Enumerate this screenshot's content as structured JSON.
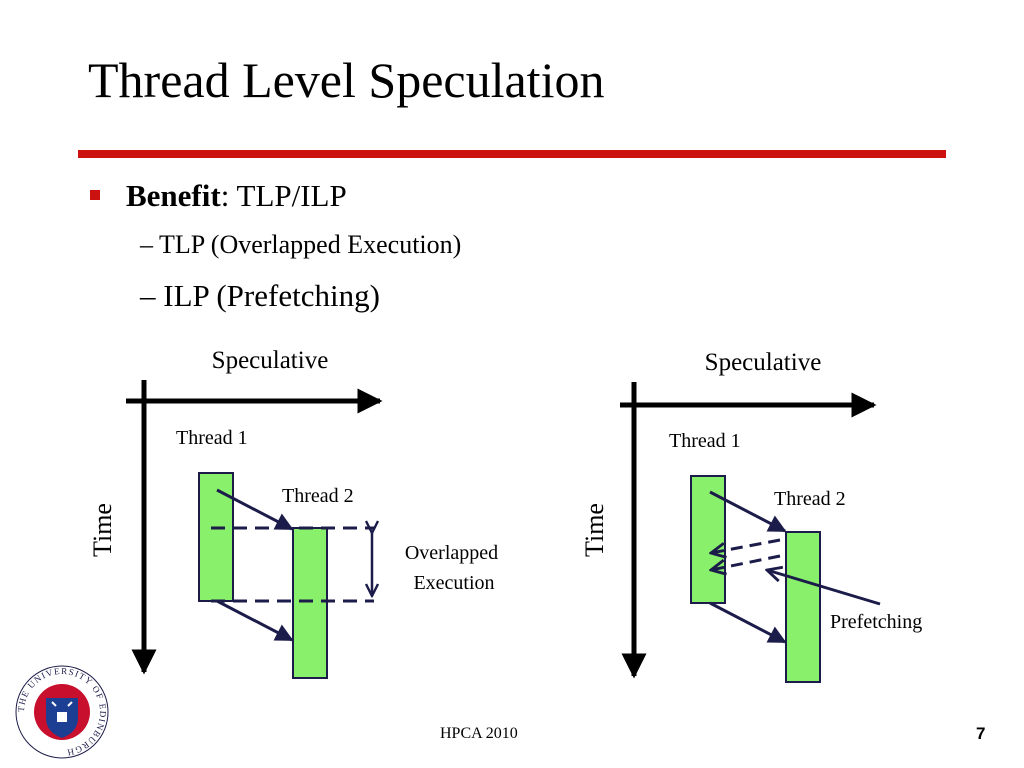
{
  "title": "Thread Level Speculation",
  "bullet": {
    "bold": "Benefit",
    "rest": ": TLP/ILP"
  },
  "subbullets": [
    "– TLP (Overlapped Execution)",
    "– ILP (Prefetching)"
  ],
  "diagram_left": {
    "x_axis_label": "Speculative",
    "y_axis_label": "Time",
    "thread1_label": "Thread 1",
    "thread2_label": "Thread 2",
    "annotation_line1": "Overlapped",
    "annotation_line2": "Execution"
  },
  "diagram_right": {
    "x_axis_label": "Speculative",
    "y_axis_label": "Time",
    "thread1_label": "Thread 1",
    "thread2_label": "Thread 2",
    "annotation": "Prefetching"
  },
  "colors": {
    "accent": "#cc1111",
    "thread_fill": "#88f06a",
    "arrow": "#1c1c4a"
  },
  "logo": {
    "text": "THE UNIVERSITY OF EDINBURGH"
  },
  "footer": "HPCA 2010",
  "page_number": "7"
}
